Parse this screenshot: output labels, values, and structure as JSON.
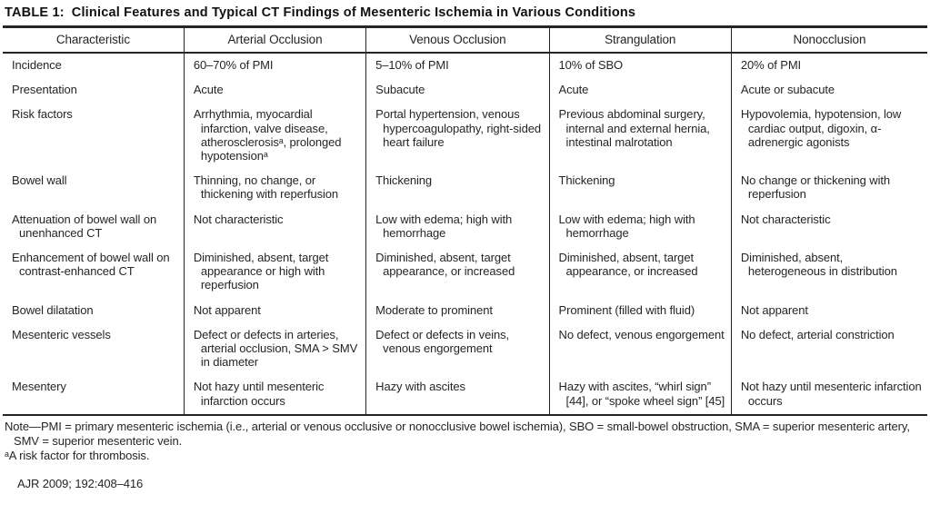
{
  "title": {
    "label": "TABLE 1:",
    "text": "Clinical Features and Typical CT Findings of Mesenteric Ischemia in Various Conditions"
  },
  "table": {
    "headers": [
      "Characteristic",
      "Arterial Occlusion",
      "Venous Occlusion",
      "Strangulation",
      "Nonocclusion"
    ],
    "rows": [
      {
        "characteristic": "Incidence",
        "arterial": "60–70% of PMI",
        "venous": "5–10% of PMI",
        "strangulation": "10% of SBO",
        "nonocclusion": "20% of PMI"
      },
      {
        "characteristic": "Presentation",
        "arterial": "Acute",
        "venous": "Subacute",
        "strangulation": "Acute",
        "nonocclusion": "Acute or subacute"
      },
      {
        "characteristic": "Risk factors",
        "arterial": "Arrhythmia, myocardial infarction, valve disease, atherosclerosisᵃ, prolonged hypotensionᵃ",
        "venous": "Portal hypertension, venous hypercoagulopathy, right-sided heart failure",
        "strangulation": "Previous abdominal surgery, internal and external hernia, intestinal malrotation",
        "nonocclusion": "Hypovolemia, hypotension, low cardiac output, digoxin, α-adrenergic agonists"
      },
      {
        "characteristic": "Bowel wall",
        "arterial": "Thinning, no change, or thickening with reperfusion",
        "venous": "Thickening",
        "strangulation": "Thickening",
        "nonocclusion": "No change or thickening with reperfusion"
      },
      {
        "characteristic": "Attenuation of bowel wall on unenhanced CT",
        "arterial": "Not characteristic",
        "venous": "Low with edema; high with hemorrhage",
        "strangulation": "Low with edema; high with hemorrhage",
        "nonocclusion": "Not characteristic"
      },
      {
        "characteristic": "Enhancement of bowel wall on contrast-enhanced CT",
        "arterial": "Diminished, absent, target appearance or high with reperfusion",
        "venous": "Diminished, absent, target appearance, or increased",
        "strangulation": "Diminished, absent, target appearance, or increased",
        "nonocclusion": "Diminished, absent, heterogeneous in distribution"
      },
      {
        "characteristic": "Bowel dilatation",
        "arterial": "Not apparent",
        "venous": "Moderate to prominent",
        "strangulation": "Prominent (filled with fluid)",
        "nonocclusion": "Not apparent"
      },
      {
        "characteristic": "Mesenteric vessels",
        "arterial": "Defect or defects in arteries, arterial occlusion, SMA > SMV in diameter",
        "venous": "Defect or defects in veins, venous engorgement",
        "strangulation": "No defect, venous engorgement",
        "nonocclusion": "No defect, arterial constriction"
      },
      {
        "characteristic": "Mesentery",
        "arterial": "Not hazy until mesenteric infarction occurs",
        "venous": "Hazy with ascites",
        "strangulation": "Hazy with ascites, “whirl sign” [44], or “spoke wheel sign” [45]",
        "nonocclusion": "Not hazy until mesenteric infarction occurs"
      }
    ]
  },
  "notes": {
    "note": "Note—PMI = primary mesenteric ischemia (i.e., arterial or venous occlusive or nonocclusive bowel ischemia), SBO = small-bowel obstruction, SMA = superior mesenteric artery, SMV = superior mesenteric vein.",
    "footnote": "ᵃA risk factor for thrombosis.",
    "citation": "AJR 2009; 192:408–416"
  },
  "colors": {
    "text": "#282425",
    "border": "#282425",
    "background": "#ffffff"
  }
}
